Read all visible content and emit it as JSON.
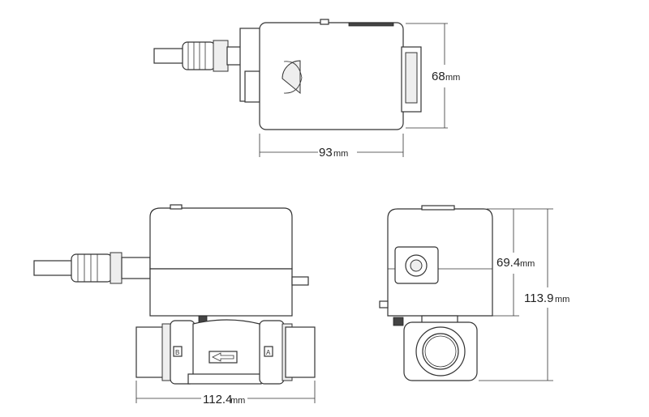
{
  "dimensions": {
    "top_width": {
      "value": "93",
      "unit": "mm"
    },
    "top_depth": {
      "value": "68",
      "unit": "mm"
    },
    "front_width": {
      "value": "112.4",
      "unit": "mm"
    },
    "actuator_height": {
      "value": "69.4",
      "unit": "mm"
    },
    "total_height": {
      "value": "113.9",
      "unit": "mm"
    }
  },
  "ports": {
    "left": "B",
    "right": "A"
  }
}
